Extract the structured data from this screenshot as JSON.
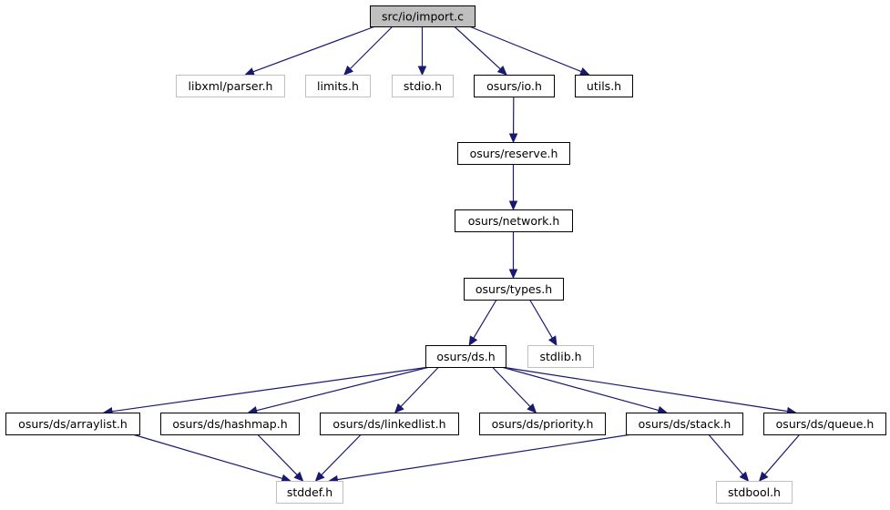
{
  "graph": {
    "nodes": [
      {
        "id": "import_c",
        "label": "src/io/import.c",
        "kind": "root"
      },
      {
        "id": "parser_h",
        "label": "libxml/parser.h",
        "kind": "ext"
      },
      {
        "id": "limits_h",
        "label": "limits.h",
        "kind": "ext"
      },
      {
        "id": "stdio_h",
        "label": "stdio.h",
        "kind": "ext"
      },
      {
        "id": "io_h",
        "label": "osurs/io.h",
        "kind": "doc"
      },
      {
        "id": "utils_h",
        "label": "utils.h",
        "kind": "doc"
      },
      {
        "id": "reserve_h",
        "label": "osurs/reserve.h",
        "kind": "doc"
      },
      {
        "id": "network_h",
        "label": "osurs/network.h",
        "kind": "doc"
      },
      {
        "id": "types_h",
        "label": "osurs/types.h",
        "kind": "doc"
      },
      {
        "id": "ds_h",
        "label": "osurs/ds.h",
        "kind": "doc"
      },
      {
        "id": "stdlib_h",
        "label": "stdlib.h",
        "kind": "ext"
      },
      {
        "id": "arraylist_h",
        "label": "osurs/ds/arraylist.h",
        "kind": "doc"
      },
      {
        "id": "hashmap_h",
        "label": "osurs/ds/hashmap.h",
        "kind": "doc"
      },
      {
        "id": "linkedlist_h",
        "label": "osurs/ds/linkedlist.h",
        "kind": "doc"
      },
      {
        "id": "priority_h",
        "label": "osurs/ds/priority.h",
        "kind": "doc"
      },
      {
        "id": "stack_h",
        "label": "osurs/ds/stack.h",
        "kind": "doc"
      },
      {
        "id": "queue_h",
        "label": "osurs/ds/queue.h",
        "kind": "doc"
      },
      {
        "id": "stddef_h",
        "label": "stddef.h",
        "kind": "ext"
      },
      {
        "id": "stdbool_h",
        "label": "stdbool.h",
        "kind": "ext"
      }
    ],
    "edges": [
      [
        "import_c",
        "parser_h"
      ],
      [
        "import_c",
        "limits_h"
      ],
      [
        "import_c",
        "stdio_h"
      ],
      [
        "import_c",
        "io_h"
      ],
      [
        "import_c",
        "utils_h"
      ],
      [
        "io_h",
        "reserve_h"
      ],
      [
        "reserve_h",
        "network_h"
      ],
      [
        "network_h",
        "types_h"
      ],
      [
        "types_h",
        "ds_h"
      ],
      [
        "types_h",
        "stdlib_h"
      ],
      [
        "ds_h",
        "arraylist_h"
      ],
      [
        "ds_h",
        "hashmap_h"
      ],
      [
        "ds_h",
        "linkedlist_h"
      ],
      [
        "ds_h",
        "priority_h"
      ],
      [
        "ds_h",
        "stack_h"
      ],
      [
        "ds_h",
        "queue_h"
      ],
      [
        "arraylist_h",
        "stddef_h"
      ],
      [
        "hashmap_h",
        "stddef_h"
      ],
      [
        "linkedlist_h",
        "stddef_h"
      ],
      [
        "stack_h",
        "stddef_h"
      ],
      [
        "stack_h",
        "stdbool_h"
      ],
      [
        "queue_h",
        "stdbool_h"
      ]
    ]
  }
}
